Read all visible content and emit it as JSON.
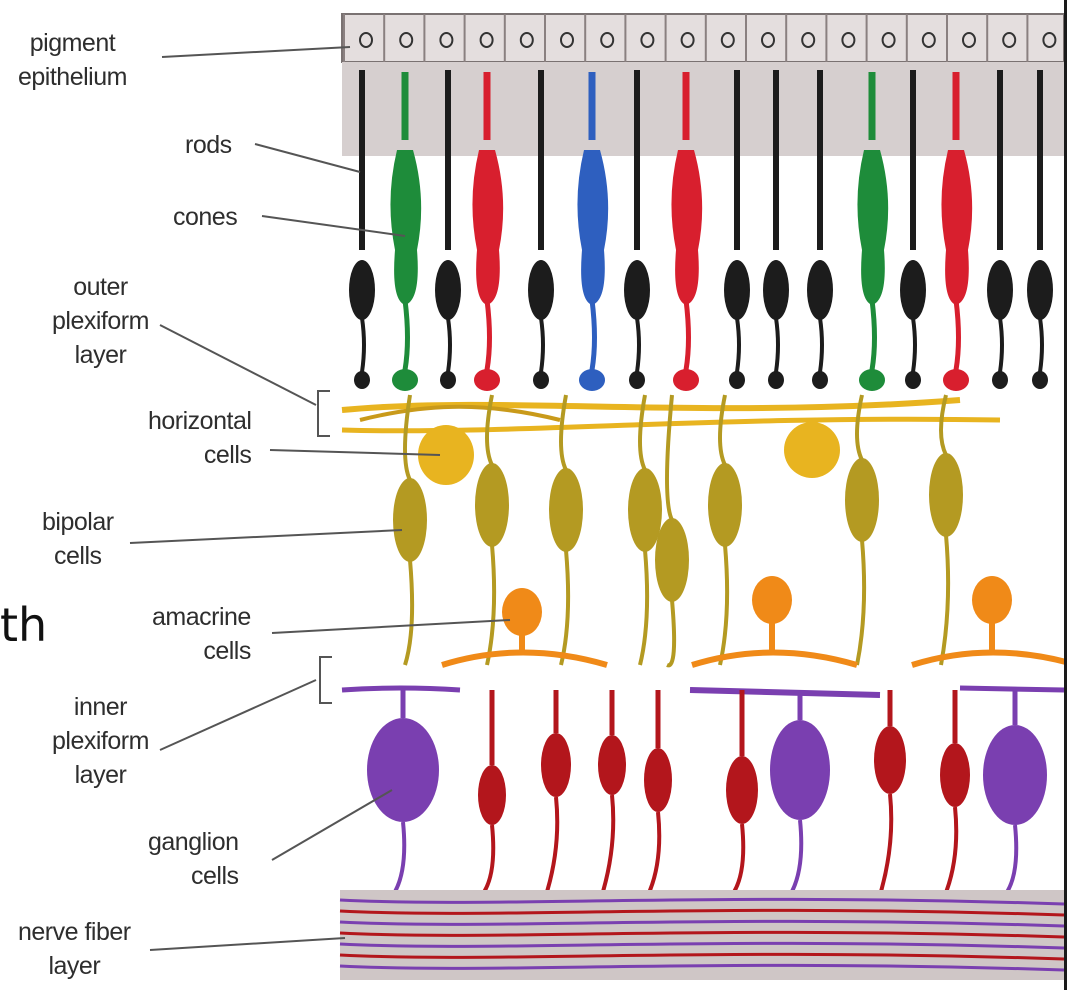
{
  "slide_fragment": "th",
  "labels": {
    "pigment_epithelium": [
      "pigment",
      "epithelium"
    ],
    "rods": "rods",
    "cones": "cones",
    "outer_plexiform": [
      "outer",
      "plexiform",
      "layer"
    ],
    "horizontal": [
      "horizontal",
      "cells"
    ],
    "bipolar": [
      "bipolar",
      "cells"
    ],
    "amacrine": [
      "amacrine",
      "cells"
    ],
    "inner_plexiform": [
      "inner",
      "plexiform",
      "layer"
    ],
    "ganglion": [
      "ganglion",
      "cells"
    ],
    "nerve_fiber": [
      "nerve fiber",
      "layer"
    ]
  },
  "colors": {
    "epithelium": "#d6cfcf",
    "rod": "#1c1c1c",
    "cone_green": "#1e8c3a",
    "cone_red": "#d81f2e",
    "cone_blue": "#2e5fbf",
    "horizontal": "#e8b420",
    "bipolar": "#b49a22",
    "amacrine": "#f08a18",
    "ganglion_purple": "#7a3fb0",
    "ganglion_red": "#b3161c",
    "nerve_layer": "#cfc6c6"
  }
}
